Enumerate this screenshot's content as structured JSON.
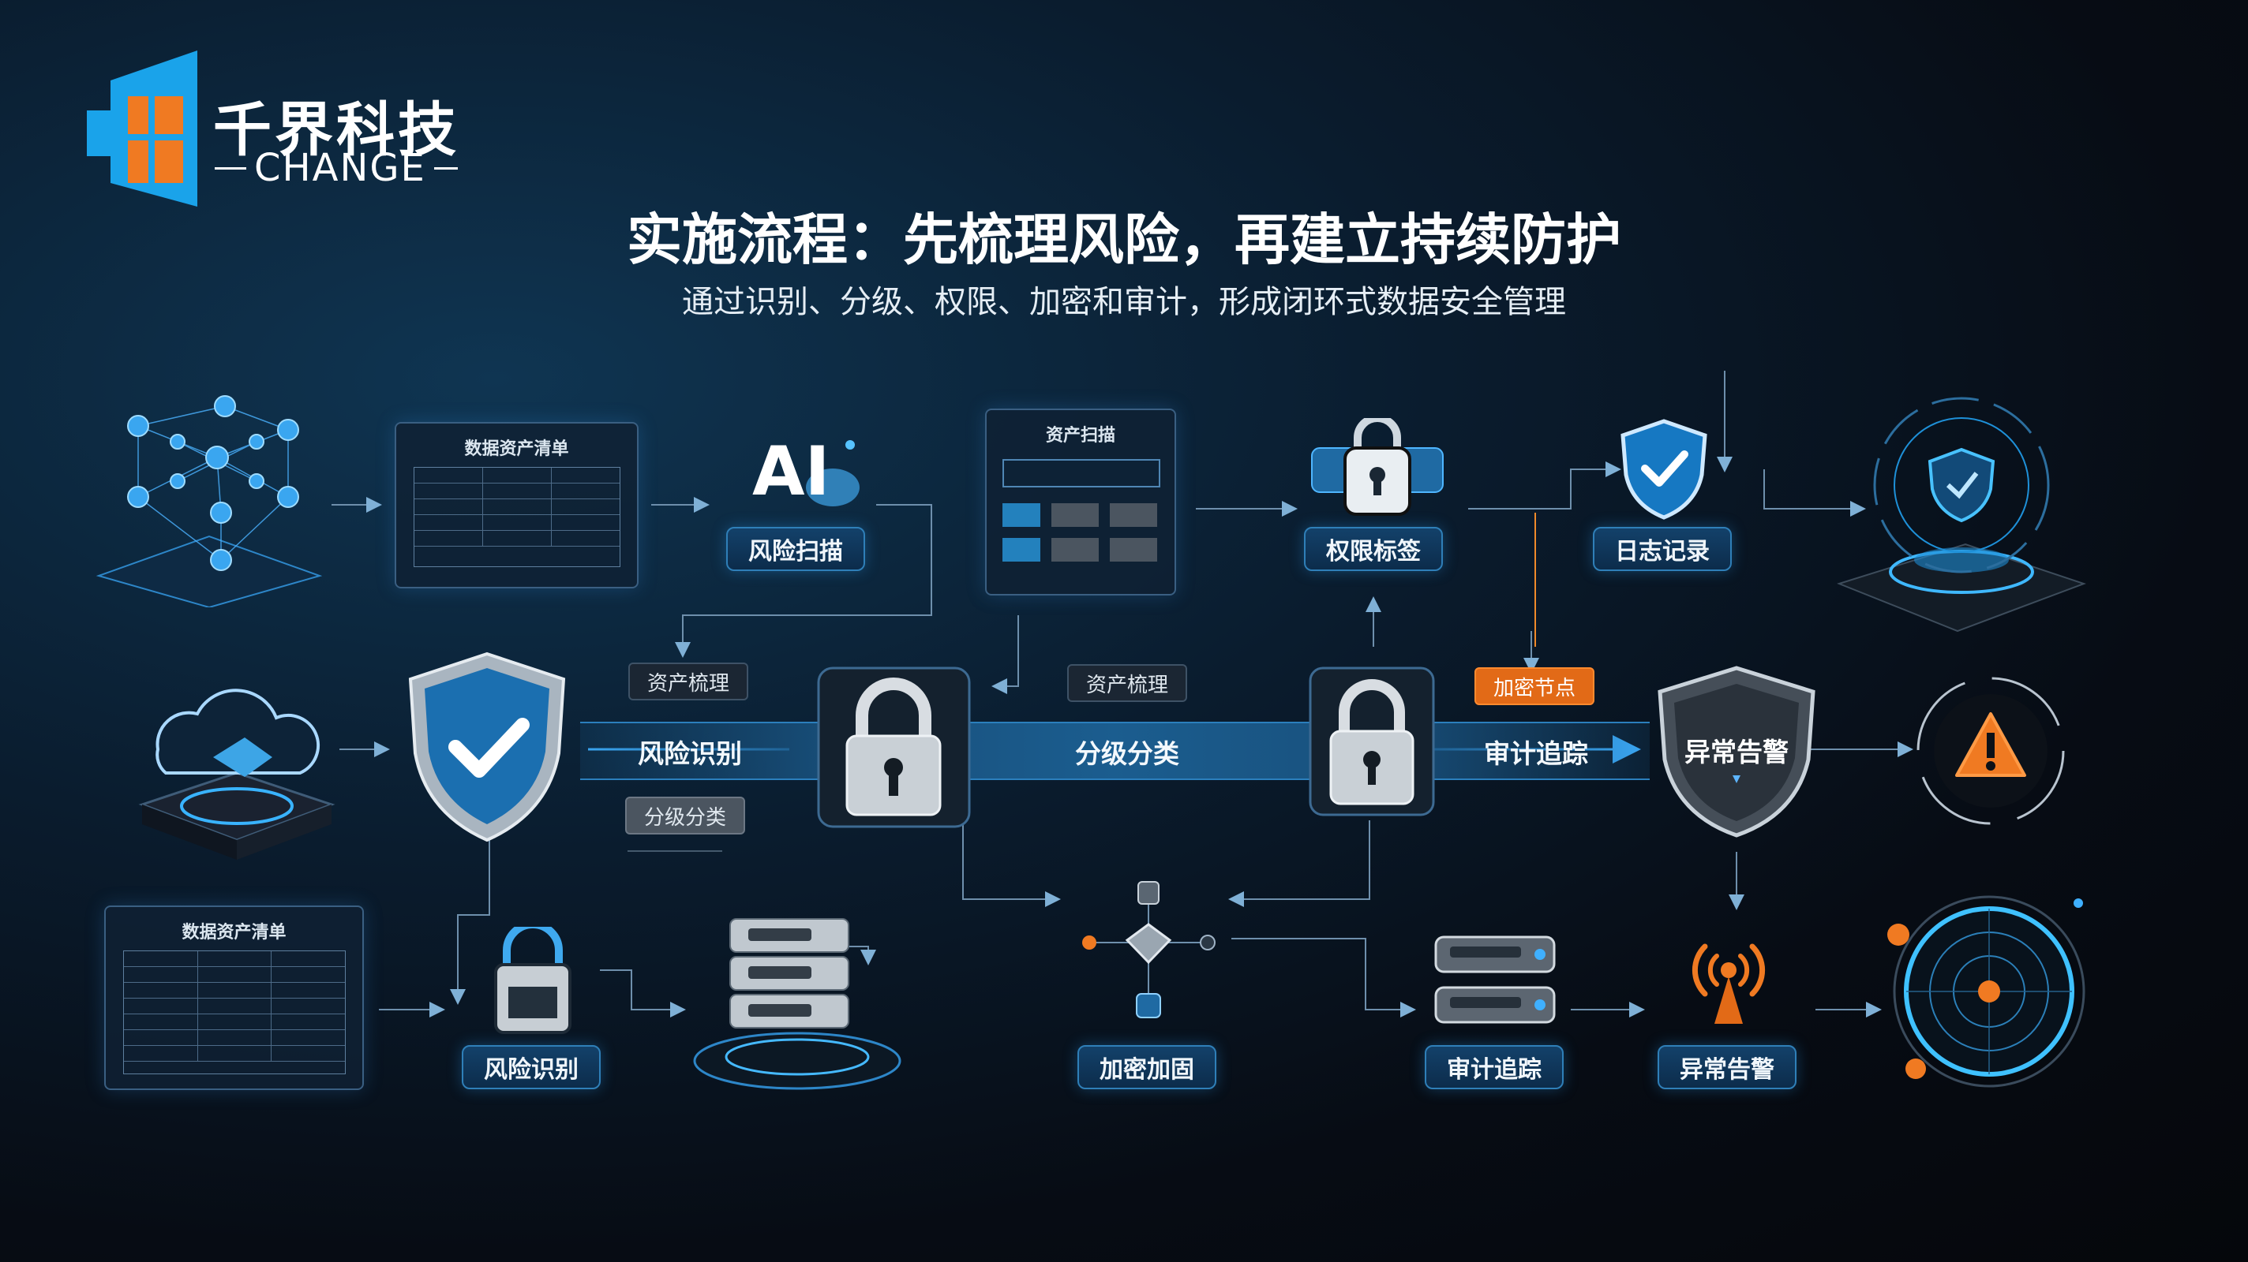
{
  "brand": {
    "name_cn": "千界科技",
    "name_en": "CHANGE",
    "colors": {
      "blue": "#1fa3e8",
      "orange": "#f07a22"
    }
  },
  "header": {
    "title": "实施流程：先梳理风险，再建立持续防护",
    "subtitle": "通过识别、分级、权限、加密和审计，形成闭环式数据安全管理"
  },
  "top_row": {
    "asset_list_title": "数据资产清单",
    "ai_text": "AI",
    "risk_scan": "风险扫描",
    "asset_scan_title": "资产扫描",
    "permission_tag": "权限标签",
    "log_record": "日志记录"
  },
  "middle_row": {
    "tag_asset_sorting_1": "资产梳理",
    "tag_grading_1": "分级分类",
    "band_risk_identify": "风险识别",
    "band_grading": "分级分类",
    "band_audit_trace": "审计追踪",
    "tag_asset_sorting_2": "资产梳理",
    "tag_encrypt_node": "加密节点",
    "alert_shield_label": "异常告警"
  },
  "bottom_row": {
    "asset_list_title": "数据资产清单",
    "risk_identify": "风险识别",
    "encrypt_reinforce": "加密加固",
    "audit_trace": "审计追踪",
    "anomaly_alert": "异常告警"
  },
  "icons": [
    "network-graph-icon",
    "cloud-chip-icon",
    "shield-check-icon",
    "padlock-icon",
    "lock-badge-icon",
    "log-shield-icon",
    "hologram-shield-icon",
    "warning-icon",
    "server-stack-icon",
    "encryption-hub-icon",
    "device-stack-icon",
    "antenna-icon",
    "radar-icon"
  ]
}
